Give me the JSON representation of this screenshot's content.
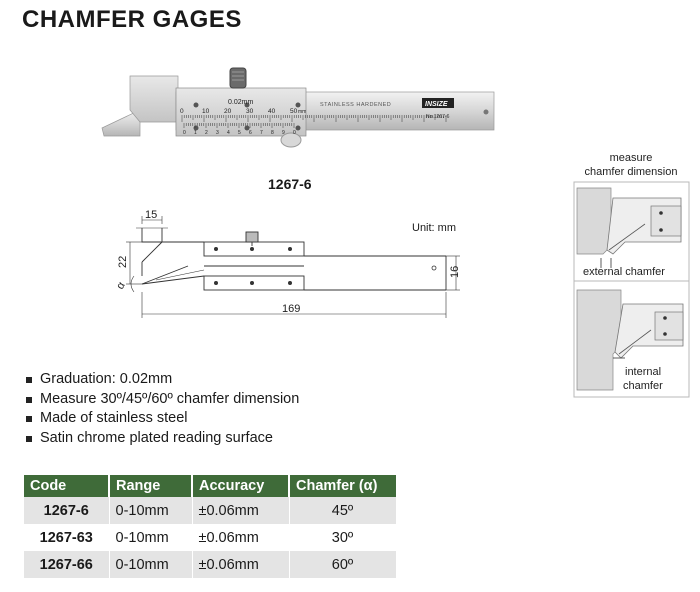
{
  "title": "CHAMFER GAGES",
  "model_label": "1267-6",
  "unit_label": "Unit: mm",
  "photo": {
    "graduation": "0.02mm",
    "scale_numbers": [
      "0",
      "10",
      "20",
      "30",
      "40",
      "50"
    ],
    "scale_unit": "mm",
    "vernier_numbers": [
      "0",
      "1",
      "2",
      "3",
      "4",
      "5",
      "6",
      "7",
      "8",
      "9",
      "0"
    ],
    "stamp_text": "STAINLESS   HARDENED",
    "brand": "INSIZE",
    "brand_model": "No.1267-6"
  },
  "drawing": {
    "dim_top": "15",
    "dim_height": "22",
    "dim_angle": "α",
    "dim_right": "16",
    "dim_length": "169"
  },
  "features": [
    "Graduation: 0.02mm",
    "Measure 30º/45º/60º chamfer dimension",
    "Made of stainless steel",
    "Satin chrome plated reading surface"
  ],
  "table": {
    "headers": [
      "Code",
      "Range",
      "Accuracy",
      "Chamfer (α)"
    ],
    "rows": [
      {
        "code": "1267-6",
        "range": "0-10mm",
        "accuracy": "±0.06mm",
        "chamfer": "45º"
      },
      {
        "code": "1267-63",
        "range": "0-10mm",
        "accuracy": "±0.06mm",
        "chamfer": "30º"
      },
      {
        "code": "1267-66",
        "range": "0-10mm",
        "accuracy": "±0.06mm",
        "chamfer": "60º"
      }
    ]
  },
  "panel": {
    "title_line1": "measure",
    "title_line2": "chamfer dimension",
    "label_external": "external chamfer",
    "label_internal_1": "internal",
    "label_internal_2": "chamfer"
  },
  "colors": {
    "table_header": "#3f6b39",
    "table_row_alt": "#e4e4e4"
  }
}
